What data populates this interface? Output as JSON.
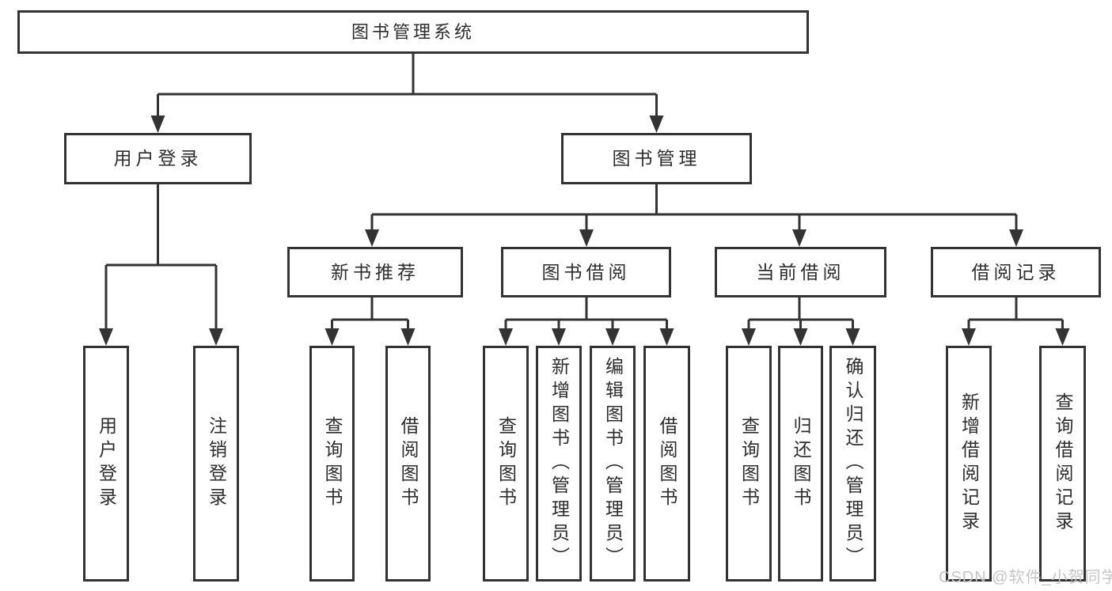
{
  "diagram": {
    "root": "图书管理系统",
    "branches": {
      "user_login": "用户登录",
      "book_mgmt": "图书管理"
    },
    "modules": {
      "new_book": "新书推荐",
      "book_borrow": "图书借阅",
      "current_borrow": "当前借阅",
      "borrow_record": "借阅记录"
    },
    "leaves": {
      "user_login": [
        "用户登录",
        "注销登录"
      ],
      "new_book": [
        "查询图书",
        "借阅图书"
      ],
      "book_borrow": [
        "查询图书",
        "新增图书（管理员）",
        "编辑图书（管理员）",
        "借阅图书"
      ],
      "current_borrow": [
        "查询图书",
        "归还图书",
        "确认归还（管理员）"
      ],
      "borrow_record": [
        "新增借阅记录",
        "查询借阅记录"
      ]
    }
  },
  "watermark": "CSDN @软件_小贺同学",
  "colors": {
    "line": "#333333",
    "text": "#2d2d2d",
    "background": "#ffffff",
    "watermark": "#c5c5ca"
  }
}
